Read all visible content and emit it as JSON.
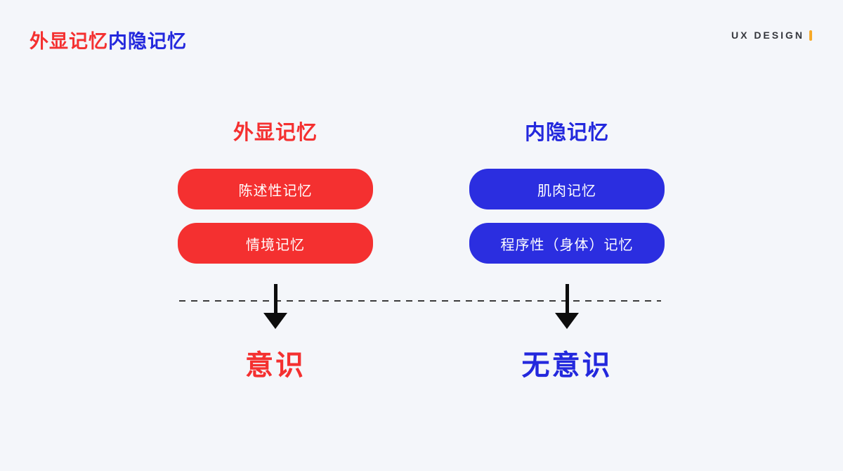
{
  "header": {
    "title_part1": "外显记忆",
    "title_part2": "内隐记忆",
    "brand": "UX DESIGN"
  },
  "colors": {
    "background": "#f4f6fa",
    "red": "#f43030",
    "blue": "#2b2ee0",
    "brand_accent": "#f7a928",
    "arrow": "#0d0d0d",
    "dashed_line": "#3b3b3b"
  },
  "columns": [
    {
      "id": "explicit-memory",
      "heading": "外显记忆",
      "pills": [
        "陈述性记忆",
        "情境记忆"
      ],
      "result": "意识"
    },
    {
      "id": "implicit-memory",
      "heading": "内隐记忆",
      "pills": [
        "肌肉记忆",
        "程序性（身体）记忆"
      ],
      "result": "无意识"
    }
  ]
}
